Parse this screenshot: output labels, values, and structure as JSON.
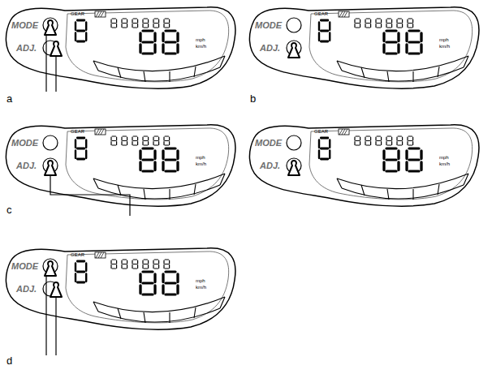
{
  "diagram": {
    "labels": [
      "MODE",
      "ADJ.",
      "GEAR",
      "mph",
      "km/h",
      "a",
      "MODE",
      "ADJ.",
      "GEAR",
      "mph",
      "km/h",
      "b",
      "MODE",
      "ADJ.",
      "GEAR",
      "mph",
      "km/h",
      "c",
      "MODE",
      "ADJ.",
      "GEAR",
      "mph",
      "km/h",
      "MODE",
      "ADJ.",
      "GEAR",
      "mph",
      "km/h",
      "d"
    ]
  }
}
